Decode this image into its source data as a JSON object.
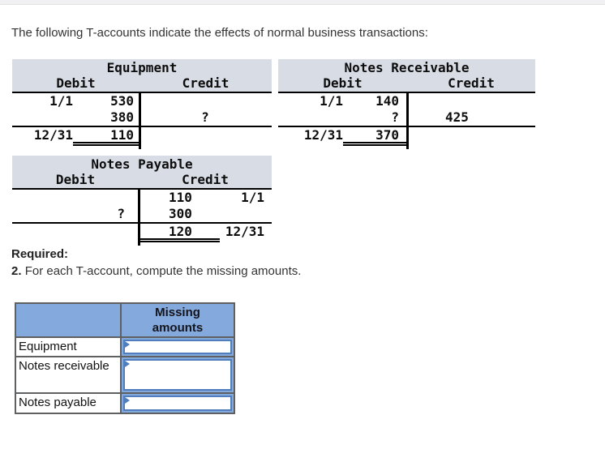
{
  "page": {
    "intro": "The following T-accounts indicate the effects of normal business transactions:"
  },
  "colors": {
    "taccount_header_bg": "#d8dce5",
    "answer_header_bg": "#84a9dc",
    "input_border_blue": "#4f7dbd",
    "table_border_gray": "#5f6062",
    "taccount_line": "#000000"
  },
  "taccounts": [
    {
      "title": "Equipment",
      "debit_label": "Debit",
      "credit_label": "Credit",
      "rows": [
        {
          "debit_date": "1/1",
          "debit_amount": "530",
          "credit_amount": "",
          "credit_date": ""
        },
        {
          "debit_date": "",
          "debit_amount": "380",
          "credit_amount": "?",
          "credit_date": ""
        }
      ],
      "balance": {
        "side": "debit",
        "date": "12/31",
        "amount": "110"
      }
    },
    {
      "title": "Notes Receivable",
      "debit_label": "Debit",
      "credit_label": "Credit",
      "rows": [
        {
          "debit_date": "1/1",
          "debit_amount": "140",
          "credit_amount": "",
          "credit_date": ""
        },
        {
          "debit_date": "",
          "debit_amount": "?",
          "credit_amount": "425",
          "credit_date": ""
        }
      ],
      "balance": {
        "side": "debit",
        "date": "12/31",
        "amount": "370"
      }
    },
    {
      "title": "Notes Payable",
      "debit_label": "Debit",
      "credit_label": "Credit",
      "rows": [
        {
          "debit_date": "",
          "debit_amount": "",
          "credit_amount": "110",
          "credit_date": "1/1"
        },
        {
          "debit_date": "",
          "debit_amount": "?",
          "credit_amount": "300",
          "credit_date": ""
        }
      ],
      "balance": {
        "side": "credit",
        "date": "12/31",
        "amount": "120"
      }
    }
  ],
  "required": {
    "label": "Required:",
    "item_number": "2.",
    "item_text": "For each T-account, compute the missing amounts."
  },
  "answer_table": {
    "corner": "",
    "header": "Missing amounts",
    "rows": [
      {
        "label": "Equipment",
        "value": ""
      },
      {
        "label": "Notes receivable",
        "value": ""
      },
      {
        "label": "Notes payable",
        "value": ""
      }
    ]
  }
}
